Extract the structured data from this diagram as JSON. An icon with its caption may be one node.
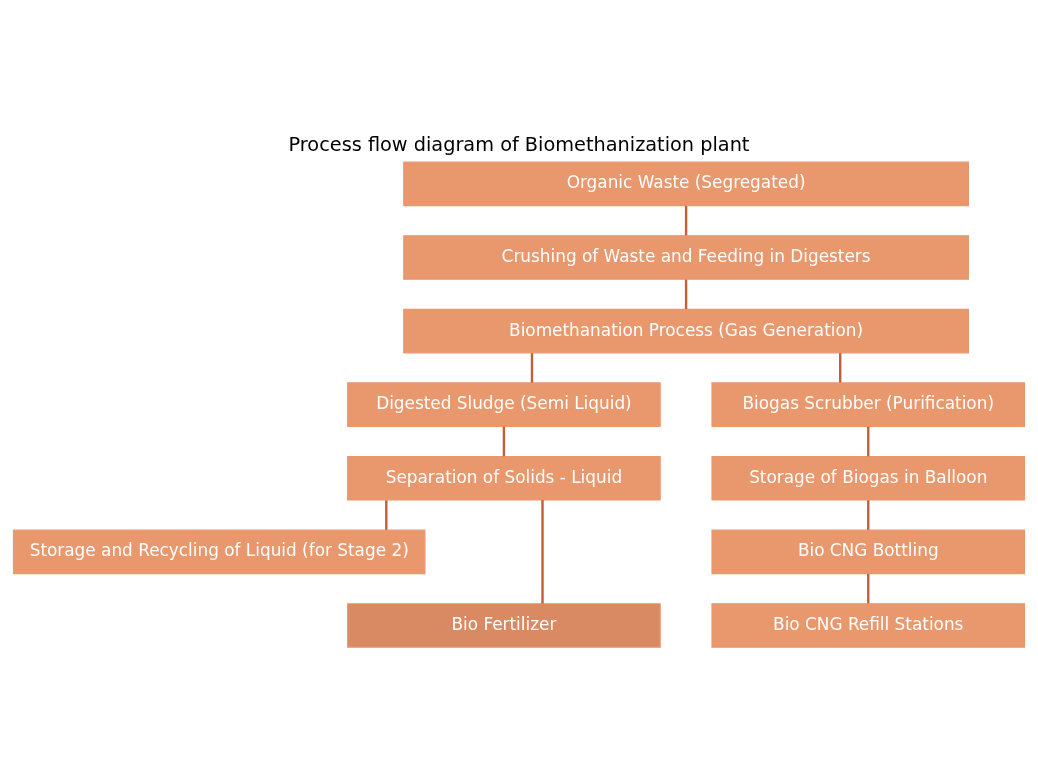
{
  "diagram": {
    "title": "Process flow diagram of Biomethanization plant",
    "nodes": [
      {
        "text": [
          "Organic Waste (Segregated)"
        ]
      },
      {
        "text": [
          "Crushing of Waste and Feeding in Digesters"
        ]
      },
      {
        "text": [
          "Biomethanation Process (Gas Generation)"
        ]
      },
      {
        "text": [
          "Digested Sludge (Semi Liquid)"
        ]
      },
      {
        "text": [
          "Biogas Scrubber (Purification)"
        ]
      },
      {
        "text": [
          "Separation of Solids - Liquid"
        ]
      },
      {
        "text": [
          "Storage of Biogas in Balloon"
        ]
      },
      {
        "text": [
          "Storage and Recycling of Liquid (for Stage 2)"
        ]
      },
      {
        "text": [
          "Bio CNG Bottling"
        ]
      },
      {
        "text": [
          "Bio Fertilizer"
        ]
      },
      {
        "text": [
          "Bio CNG Refill Stations"
        ]
      }
    ],
    "edges": [
      {
        "from": 0,
        "to": 1,
        "arrow": "none"
      },
      {
        "from": 1,
        "to": 2,
        "arrow": "none"
      },
      {
        "from": 2,
        "to": 3,
        "arrow": "none"
      },
      {
        "from": 2,
        "to": 4,
        "arrow": "none"
      },
      {
        "from": 3,
        "to": 5,
        "arrow": "none"
      },
      {
        "from": 4,
        "to": 6,
        "arrow": "none"
      },
      {
        "from": 5,
        "to": 7,
        "arrow": "none"
      },
      {
        "from": 5,
        "to": 9,
        "arrow": "none"
      },
      {
        "from": 6,
        "to": 8,
        "arrow": "none"
      },
      {
        "from": 8,
        "to": 10,
        "arrow": "none"
      }
    ]
  }
}
